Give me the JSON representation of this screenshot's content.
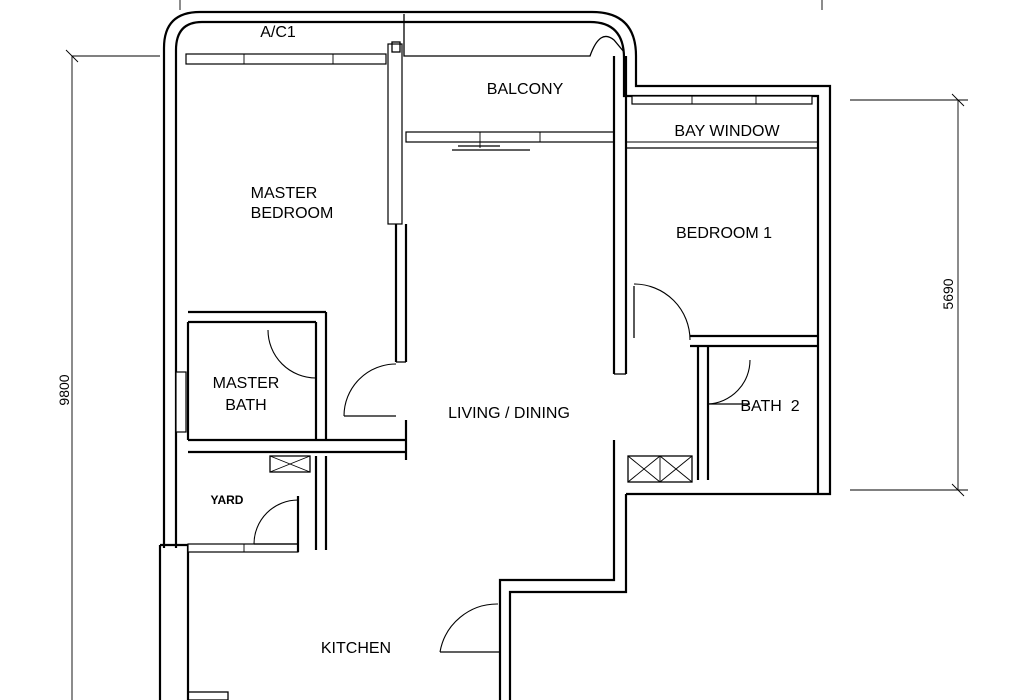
{
  "rooms": {
    "ac": "A/C1",
    "balcony": "BALCONY",
    "bay_window": "BAY WINDOW",
    "master_bedroom_line1": "MASTER",
    "master_bedroom_line2": "BEDROOM",
    "bedroom1": "BEDROOM 1",
    "master_bath_line1": "MASTER",
    "master_bath_line2": "BATH",
    "bath2": "BATH  2",
    "living_dining": "LIVING / DINING",
    "yard": "YARD",
    "kitchen": "KITCHEN"
  },
  "dimensions": {
    "overall_depth": "9800",
    "bedroom_depth": "5690"
  }
}
